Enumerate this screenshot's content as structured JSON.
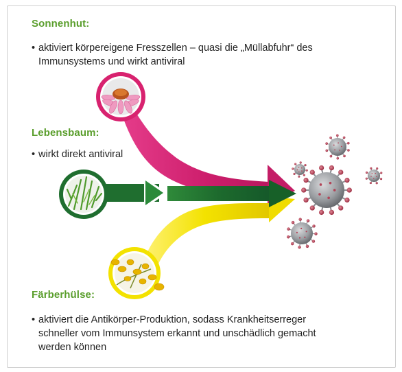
{
  "sections": [
    {
      "title": "Sonnenhut:",
      "bullets": [
        "aktiviert körpereigene Fresszellen – quasi die „Müllabfuhr“ des Immunsystems und wirkt antiviral"
      ],
      "lines": [
        "aktiviert körpereigene Fresszellen – quasi die „Müllabfuhr“ des",
        "Immunsystems und wirkt antiviral"
      ],
      "color": "#d0226e"
    },
    {
      "title": "Lebensbaum:",
      "bullets": [
        "wirkt direkt antiviral"
      ],
      "lines": [
        "wirkt direkt antiviral"
      ],
      "color": "#1f6b2e"
    },
    {
      "title": "Färberhülse:",
      "bullets": [
        "aktiviert die Antikörper-Produktion, sodass Krankheitserreger schneller vom Immunsystem erkannt und unschädlich gemacht werden können"
      ],
      "lines": [
        "aktiviert die Antikörper-Produktion, sodass Krankheitserreger",
        "schneller vom Immunsystem erkannt und unschädlich gemacht",
        "werden können"
      ],
      "color": "#f2e300"
    }
  ],
  "icons": [
    "echinacea-flower-icon",
    "thuja-branch-icon",
    "dyers-broom-flower-icon",
    "virus-icon"
  ],
  "colors": {
    "heading_green": "#5a9e2c",
    "arrow_magenta": "#d0226e",
    "arrow_green": "#1f6b2e",
    "arrow_yellow": "#f2e300",
    "virus_gray": "#8a8d91",
    "virus_spike": "#b03a4e"
  }
}
